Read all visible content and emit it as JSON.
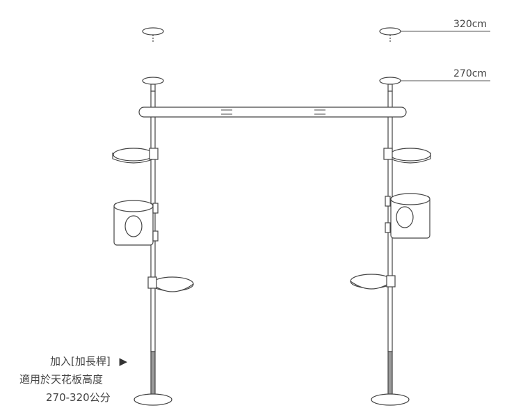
{
  "dimensions": {
    "upper": "320cm",
    "lower": "270cm"
  },
  "annotation": {
    "line1": "加入[加長桿]",
    "arrow": "▶",
    "line2": "適用於天花板高度",
    "line3": "270-320公分"
  },
  "colors": {
    "stroke": "#444444",
    "pole_lower": "#9a9a9a",
    "base": "#ffffff"
  }
}
